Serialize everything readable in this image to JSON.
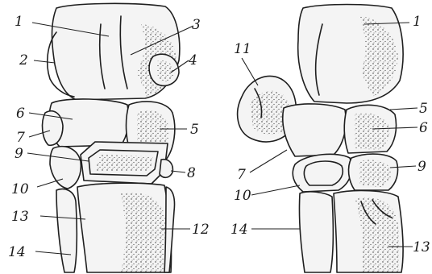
{
  "figure": {
    "left_view": {
      "labels": [
        {
          "id": "l-1",
          "text": "1"
        },
        {
          "id": "l-2",
          "text": "2"
        },
        {
          "id": "l-3",
          "text": "3"
        },
        {
          "id": "l-4",
          "text": "4"
        },
        {
          "id": "l-5",
          "text": "5"
        },
        {
          "id": "l-6",
          "text": "6"
        },
        {
          "id": "l-7",
          "text": "7"
        },
        {
          "id": "l-8",
          "text": "8"
        },
        {
          "id": "l-9",
          "text": "9"
        },
        {
          "id": "l-10",
          "text": "10"
        },
        {
          "id": "l-12",
          "text": "12"
        },
        {
          "id": "l-13",
          "text": "13"
        },
        {
          "id": "l-14",
          "text": "14"
        }
      ]
    },
    "right_view": {
      "labels": [
        {
          "id": "r-1",
          "text": "1"
        },
        {
          "id": "r-11",
          "text": "11"
        },
        {
          "id": "r-5",
          "text": "5"
        },
        {
          "id": "r-6",
          "text": "6"
        },
        {
          "id": "r-9",
          "text": "9"
        },
        {
          "id": "r-7",
          "text": "7"
        },
        {
          "id": "r-10",
          "text": "10"
        },
        {
          "id": "r-14",
          "text": "14"
        },
        {
          "id": "r-13",
          "text": "13"
        }
      ]
    }
  }
}
